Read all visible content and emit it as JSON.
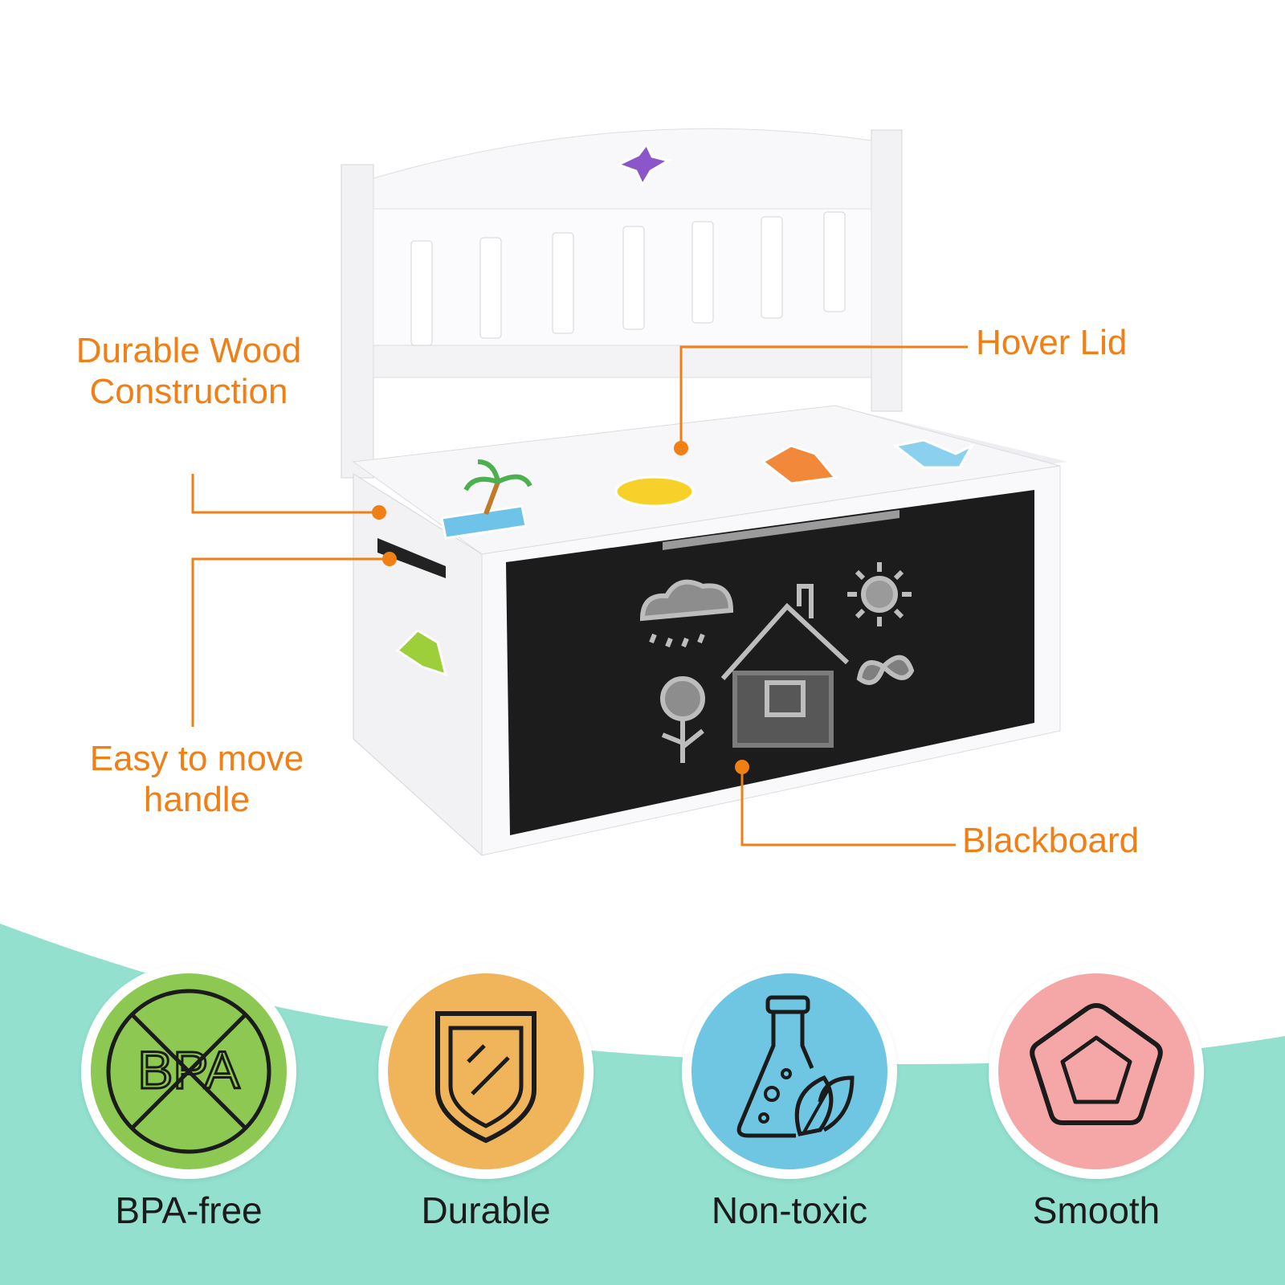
{
  "callouts": {
    "wood": "Durable Wood Construction",
    "handle": "Easy to move handle",
    "lid": "Hover Lid",
    "blackboard": "Blackboard"
  },
  "features": [
    {
      "label": "BPA-free",
      "icon": "bpa-free-icon",
      "icon_text": "BPA",
      "color": "#8dc952"
    },
    {
      "label": "Durable",
      "icon": "shield-icon",
      "color": "#f0b45a"
    },
    {
      "label": "Non-toxic",
      "icon": "flask-leaf-icon",
      "color": "#6fc6e2"
    },
    {
      "label": "Smooth",
      "icon": "pentagon-icon",
      "color": "#f5a7a8"
    }
  ],
  "colors": {
    "accent": "#f07f15",
    "wave": "#93e0cf",
    "blackboard": "#1c1c1c"
  }
}
